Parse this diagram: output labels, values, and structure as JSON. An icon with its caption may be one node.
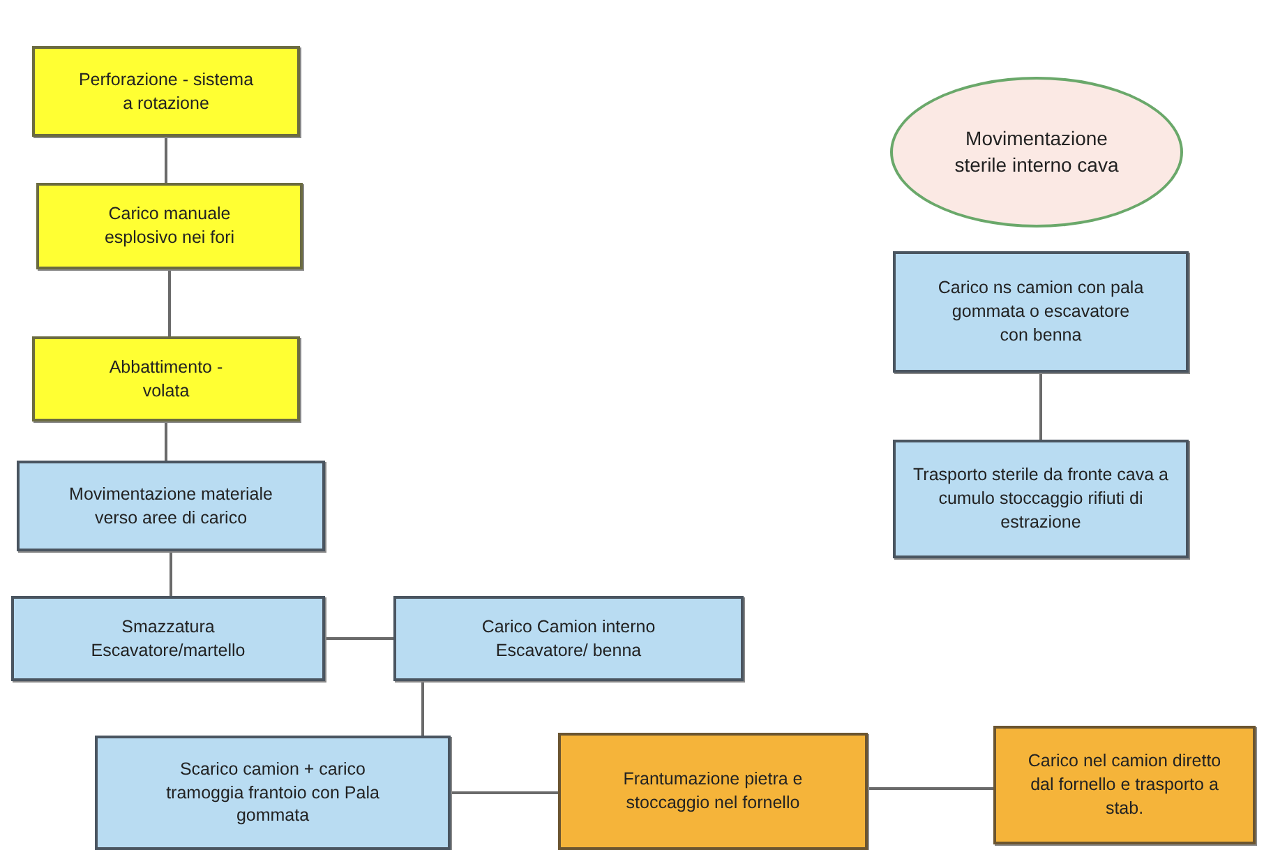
{
  "diagram": {
    "nodes": [
      {
        "text": [
          "Perforazione - sistema a rotazione"
        ]
      },
      {
        "text": [
          "Carico manuale esplosivo nei fori"
        ]
      },
      {
        "text": [
          "Abbattimento - volata"
        ]
      },
      {
        "text": [
          "Movimentazione materiale verso aree di carico"
        ]
      },
      {
        "text": [
          "Smazzatura Escavatore/martello"
        ]
      },
      {
        "text": [
          "Carico Camion interno Escavatore/ benna"
        ]
      },
      {
        "text": [
          "Scarico camion + carico tramoggia frantoio con Pala gommata"
        ]
      },
      {
        "text": [
          "Frantumazione pietra e stoccaggio nel fornello"
        ]
      },
      {
        "text": [
          "Carico nel camion diretto dal fornello e trasporto a stab."
        ]
      },
      {
        "text": [
          "Movimentazione sterile interno cava"
        ]
      },
      {
        "text": [
          "Carico ns camion con pala gommata o escavatore con benna"
        ]
      },
      {
        "text": [
          "Trasporto sterile da fronte cava a cumulo stoccaggio rifiuti di estrazione"
        ]
      }
    ],
    "edges": [
      {
        "from": 0,
        "to": 1,
        "arrow": "none"
      },
      {
        "from": 1,
        "to": 2,
        "arrow": "none"
      },
      {
        "from": 2,
        "to": 3,
        "arrow": "none"
      },
      {
        "from": 3,
        "to": 4,
        "arrow": "none"
      },
      {
        "from": 4,
        "to": 5,
        "arrow": "none"
      },
      {
        "from": 5,
        "to": 6,
        "arrow": "none"
      },
      {
        "from": 6,
        "to": 7,
        "arrow": "none"
      },
      {
        "from": 7,
        "to": 8,
        "arrow": "none"
      },
      {
        "from": 10,
        "to": 11,
        "arrow": "none"
      }
    ]
  }
}
